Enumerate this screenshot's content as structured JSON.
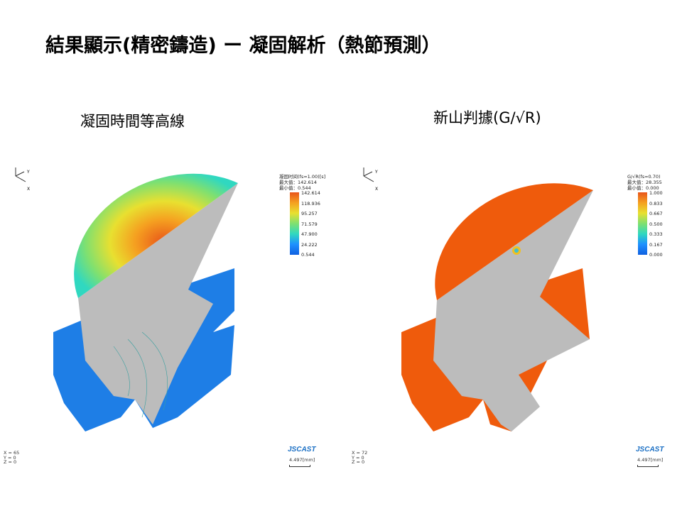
{
  "title": "結果顯示(精密鑄造) ー 凝固解析（熱節預測）",
  "left": {
    "subtitle": "凝固時間等高線",
    "legend": {
      "title": "凝固时间(fs=1.00)[s]",
      "max": "最大值：142.614",
      "min": "最小值：0.544",
      "ticks": [
        "142.614",
        "118.936",
        "95.257",
        "71.579",
        "47.900",
        "24.222",
        "0.544"
      ]
    },
    "coords": [
      "X = 65",
      "Y = 0",
      "Z = 0"
    ],
    "logo": "JSCAST",
    "scale": "4.497[mm]"
  },
  "right": {
    "subtitle": "新山判據(G/√R)",
    "legend": {
      "title": "G/√R(fs=0.70)",
      "max": "最大值：28.355",
      "min": "最小值：0.000",
      "ticks": [
        "1.000",
        "0.833",
        "0.667",
        "0.500",
        "0.333",
        "0.167",
        "0.000"
      ]
    },
    "coords": [
      "X = 72",
      "Y = 0",
      "Z = 0"
    ],
    "logo": "JSCAST",
    "scale": "4.497[mm]"
  },
  "colors": {
    "orange": "#ef5b0c",
    "grey": "#bcbcbc",
    "blue": "#1e7ee6",
    "logo": "#1a6fc4"
  }
}
